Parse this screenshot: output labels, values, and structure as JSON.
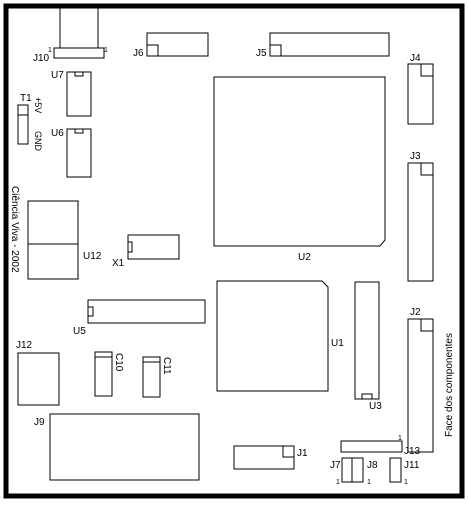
{
  "board": {
    "credit": "Ciência Viva - 2002",
    "side_label": "Face dos componentes"
  },
  "labels": {
    "J10": "J10",
    "J6": "J6",
    "J5": "J5",
    "J4": "J4",
    "J3": "J3",
    "J2": "J2",
    "J12": "J12",
    "J9": "J9",
    "J1": "J1",
    "J13": "J13",
    "J7": "J7",
    "J8": "J8",
    "J11": "J11",
    "U7": "U7",
    "U6": "U6",
    "U12": "U12",
    "U5": "U5",
    "U2": "U2",
    "U1": "U1",
    "U3": "U3",
    "T1": "T1",
    "X1": "X1",
    "C10": "C10",
    "C11": "C11",
    "plus5v": "+5V",
    "gnd": "GND"
  },
  "pin_marks": {
    "j10_left": "1",
    "j10_right": "1",
    "j13": "1",
    "j7": "1",
    "j8": "1",
    "j11": "1"
  }
}
